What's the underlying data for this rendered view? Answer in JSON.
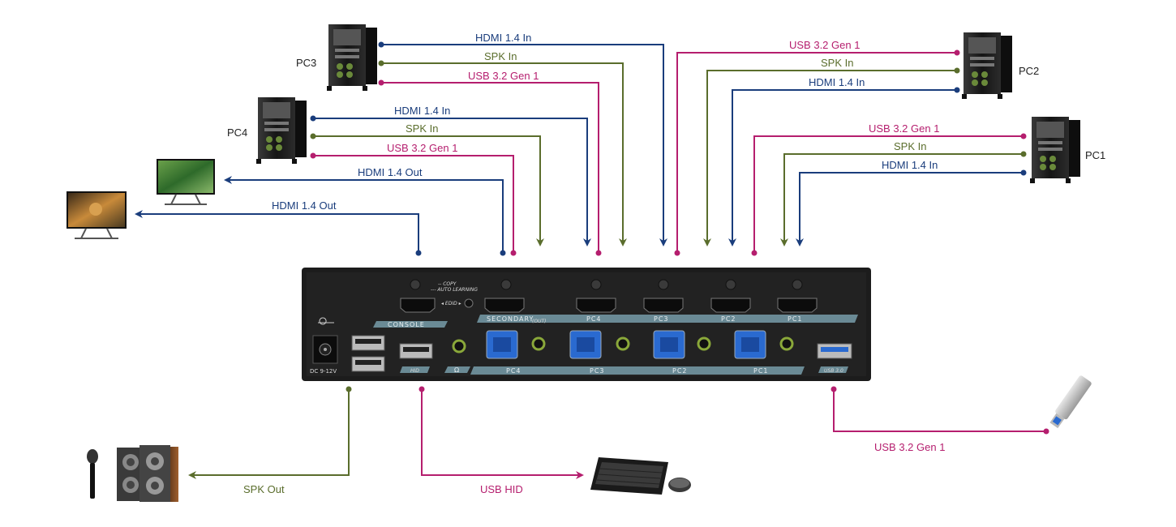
{
  "colors": {
    "hdmi": "#1a3d7c",
    "spk": "#5a6d2c",
    "usb": "#b51e6e",
    "text": "#222222",
    "panel_band": "#6a8a95",
    "chassis": "#1c1c1c"
  },
  "pcs": {
    "pc1": "PC1",
    "pc2": "PC2",
    "pc3": "PC3",
    "pc4": "PC4"
  },
  "signals": {
    "hdmi_in": "HDMI 1.4 In",
    "hdmi_out": "HDMI 1.4 Out",
    "spk_in": "SPK In",
    "spk_out": "SPK Out",
    "usb": "USB 3.2 Gen 1",
    "usb_hid": "USB HID"
  },
  "panel": {
    "console": "CONSOLE",
    "copy": "-- COPY",
    "auto_learning": "--- AUTO LEARNING",
    "edid": "◂ EDID ▸",
    "secondary": "SECONDARY",
    "out": "(OUT)",
    "hdmi_pc4": "PC4",
    "hdmi_pc3": "PC3",
    "hdmi_pc2": "PC2",
    "hdmi_pc1": "PC1",
    "usb_pc4": "PC4",
    "usb_pc3": "PC3",
    "usb_pc2": "PC2",
    "usb_pc1": "PC1",
    "hid": "HID",
    "dc": "DC 9-12V",
    "usb30": "USB 3.0"
  },
  "icons": {
    "pc": "tower-pc-icon",
    "monitor": "monitor-icon",
    "speakers": "speaker-icon",
    "microphone": "microphone-icon",
    "keyboard": "keyboard-mouse-icon",
    "usb_drive": "usb-flash-drive-icon"
  }
}
